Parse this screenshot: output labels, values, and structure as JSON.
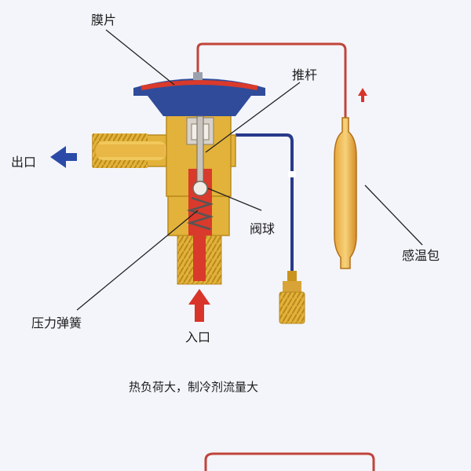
{
  "labels": {
    "diaphragm": "膜片",
    "push_rod": "推杆",
    "outlet": "出口",
    "valve_ball": "阀球",
    "sensing_bulb": "感温包",
    "pressure_spring": "压力弹簧",
    "inlet": "入口"
  },
  "caption": "热负荷大，制冷剂流量大",
  "colors": {
    "brass": "#e3b23a",
    "brass_dark": "#b98a1d",
    "refrigerant": "#d93a2b",
    "capillary": "#c0443a",
    "equalizer": "#283a8c",
    "outlet_arrow": "#2b4aa8",
    "inlet_arrow": "#d9342a",
    "diaphragm_housing": "#2f4b9a"
  },
  "icons": {
    "outlet_arrow": "arrow-left-icon",
    "inlet_arrow": "arrow-up-icon",
    "bulb_arrow": "arrow-up-icon"
  }
}
